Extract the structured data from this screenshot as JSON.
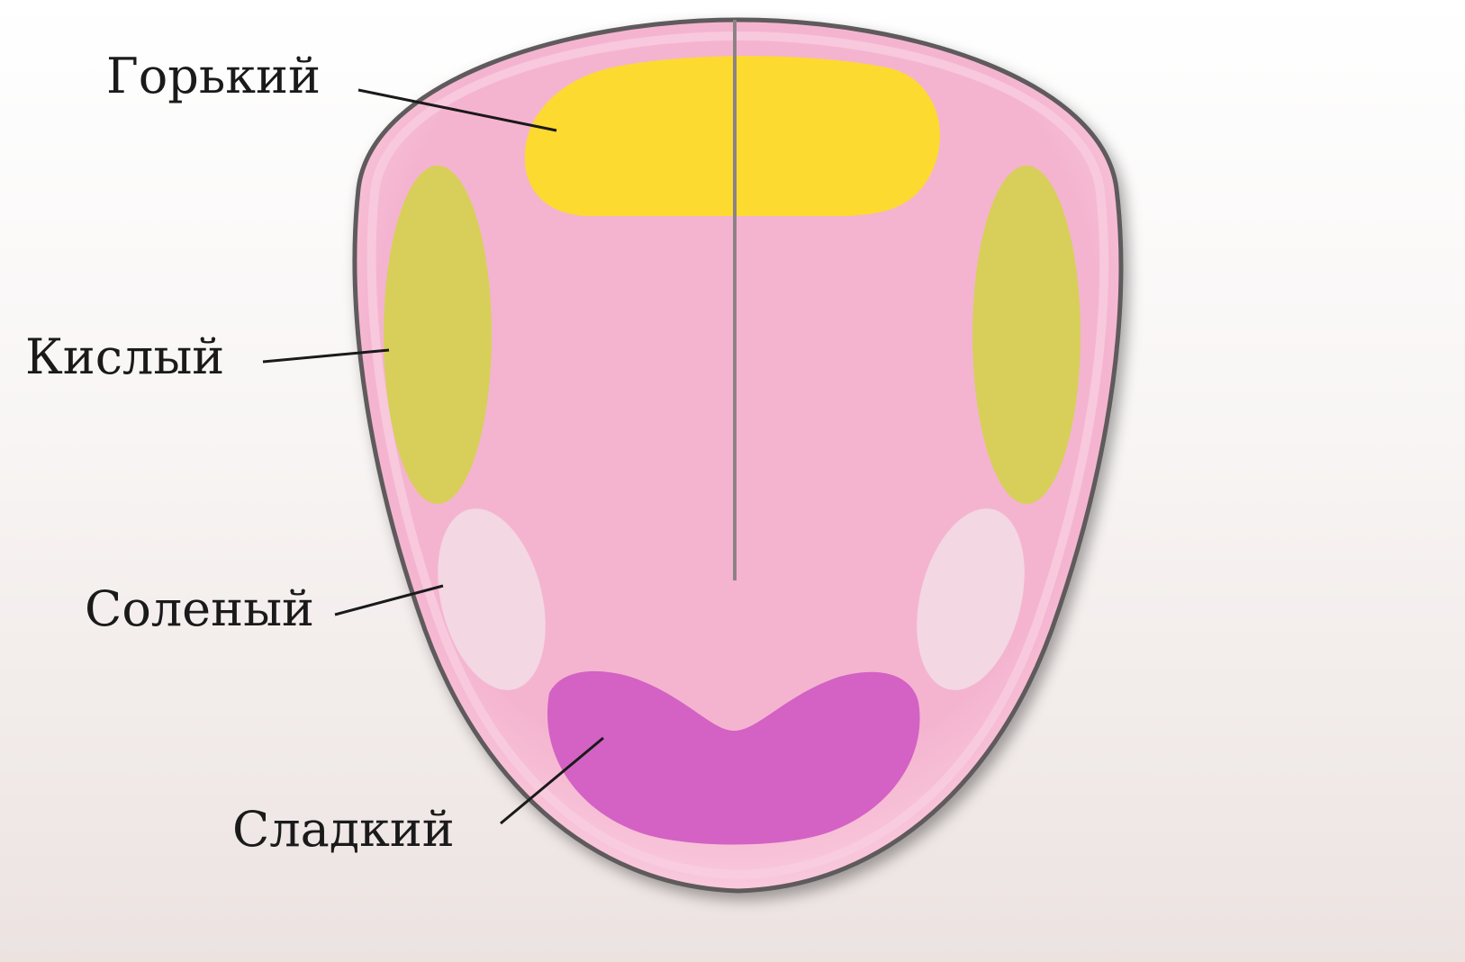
{
  "labels": {
    "bitter": "Горький",
    "sour": "Кислый",
    "salty": "Соленый",
    "sweet": "Сладкий"
  },
  "colors": {
    "tongue": "#f4b4cf",
    "tongue_edge": "#5e5a5c",
    "bitter_zone": "#fdda2f",
    "sour_zone": "#d7cf5a",
    "salty_zone": "#f3d7e3",
    "sweet_zone": "#d362c4",
    "midline": "#8c8286",
    "leader_line": "#1a1a1a"
  }
}
